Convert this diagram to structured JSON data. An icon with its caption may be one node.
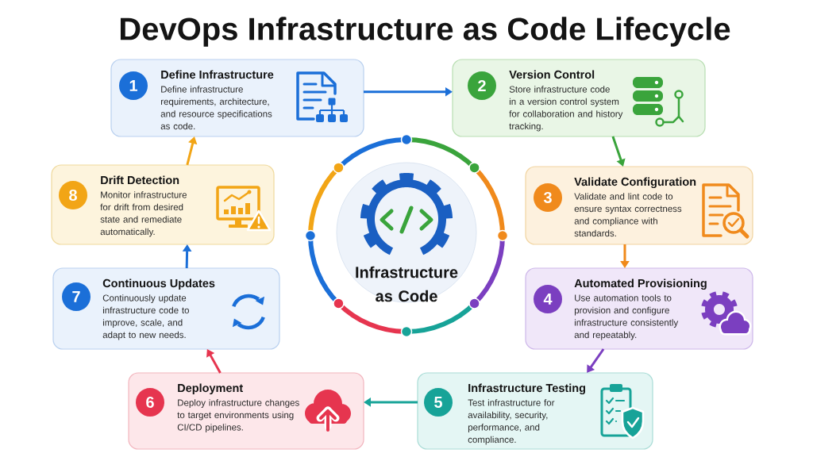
{
  "diagram": {
    "title": "DevOps Infrastructure as Code Lifecycle",
    "nodes": [
      {
        "text": [
          "1",
          "Define Infrastructure",
          "Define infrastructure requirements, architecture, and resource specifications as code."
        ]
      },
      {
        "text": [
          "2",
          "Version Control",
          "Store infrastructure code in a version control system for collaboration and history tracking."
        ]
      },
      {
        "text": [
          "3",
          "Validate Configuration",
          "Validate and lint code to ensure syntax correctness and compliance with standards."
        ]
      },
      {
        "text": [
          "4",
          "Automated Provisioning",
          "Use automation tools to provision and configure infrastructure consistently and repeatably."
        ]
      },
      {
        "text": [
          "5",
          "Infrastructure Testing",
          "Test infrastructure for availability, security, performance, and compliance."
        ]
      },
      {
        "text": [
          "6",
          "Deployment",
          "Deploy infrastructure changes to target environments using CI/CD pipelines."
        ]
      },
      {
        "text": [
          "7",
          "Continuous Updates",
          "Continuously update infrastructure code to improve, scale, and adapt to new needs."
        ]
      },
      {
        "text": [
          "8",
          "Drift Detection",
          "Monitor infrastructure for drift from desired state and remediate automatically."
        ]
      },
      {
        "text": [
          "Infrastructure as Code"
        ]
      }
    ],
    "edges": [
      {
        "from": 0,
        "to": 1,
        "arrow": "to",
        "color": "#1b6fd8"
      },
      {
        "from": 1,
        "to": 2,
        "arrow": "to",
        "color": "#3aa43c"
      },
      {
        "from": 2,
        "to": 3,
        "arrow": "to",
        "color": "#f08a1c"
      },
      {
        "from": 3,
        "to": 4,
        "arrow": "to",
        "color": "#7b3fc0"
      },
      {
        "from": 4,
        "to": 5,
        "arrow": "to",
        "color": "#17a398"
      },
      {
        "from": 5,
        "to": 6,
        "arrow": "to",
        "color": "#e6354f"
      },
      {
        "from": 6,
        "to": 7,
        "arrow": "to",
        "color": "#1b6fd8"
      },
      {
        "from": 7,
        "to": 0,
        "arrow": "to",
        "color": "#f2a516"
      }
    ]
  }
}
